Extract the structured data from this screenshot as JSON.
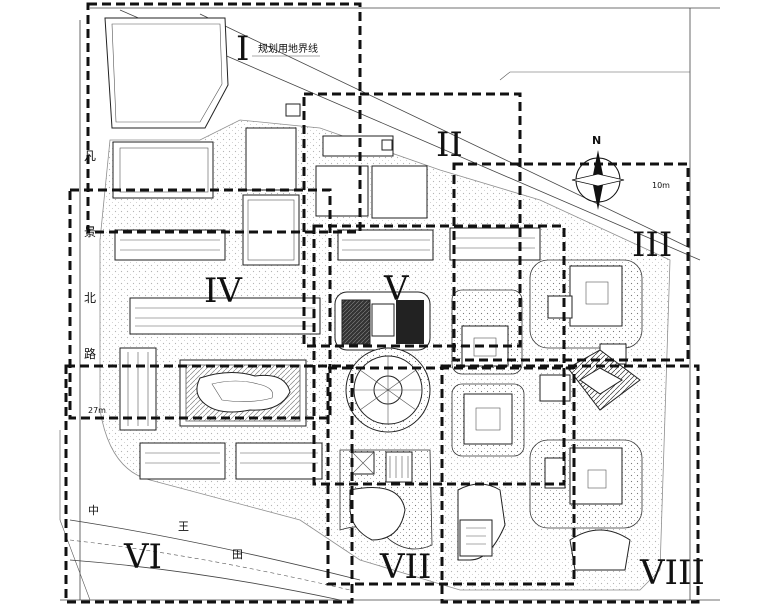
{
  "zones": [
    {
      "label": "I"
    },
    {
      "label": "II"
    },
    {
      "label": "III"
    },
    {
      "label": "IV"
    },
    {
      "label": "V"
    },
    {
      "label": "VI"
    },
    {
      "label": "VII"
    },
    {
      "label": "VIII"
    }
  ],
  "annotations": {
    "boundary_line": "规划用地界线",
    "road_west_chars": [
      "凡",
      "景",
      "北",
      "路"
    ],
    "road_south_chars": [
      "中",
      "王",
      "田"
    ],
    "scale_27m": "27m",
    "scale_10m": "10m",
    "north": "N"
  },
  "colors": {
    "zone_stroke": "#111111",
    "line": "#222222"
  }
}
